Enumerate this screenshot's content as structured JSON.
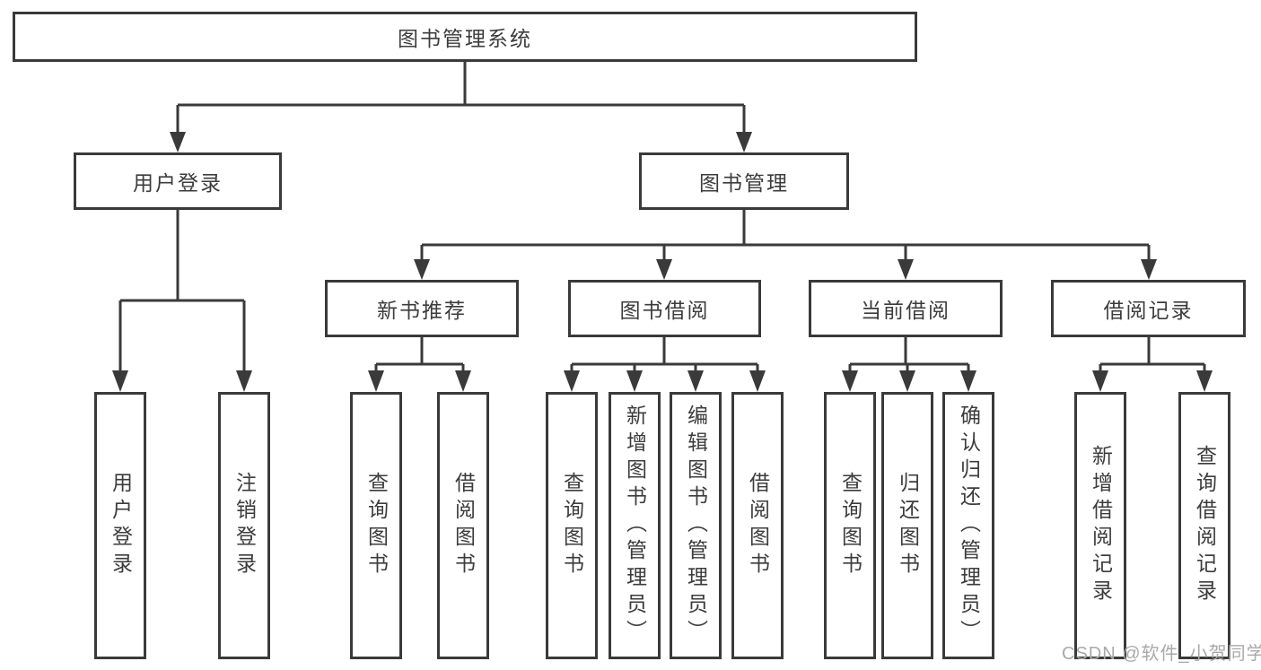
{
  "diagram": {
    "root": {
      "label": "图书管理系统"
    },
    "branches": [
      {
        "label": "用户登录",
        "children": [
          {
            "label": "用户登录"
          },
          {
            "label": "注销登录"
          }
        ]
      },
      {
        "label": "图书管理",
        "children": [
          {
            "label": "新书推荐",
            "children": [
              {
                "label": "查询图书"
              },
              {
                "label": "借阅图书"
              }
            ]
          },
          {
            "label": "图书借阅",
            "children": [
              {
                "label": "查询图书"
              },
              {
                "label": "新增图书（管理员）"
              },
              {
                "label": "编辑图书（管理员）"
              },
              {
                "label": "借阅图书"
              }
            ]
          },
          {
            "label": "当前借阅",
            "children": [
              {
                "label": "查询图书"
              },
              {
                "label": "归还图书"
              },
              {
                "label": "确认归还（管理员）"
              }
            ]
          },
          {
            "label": "借阅记录",
            "children": [
              {
                "label": "新增借阅记录"
              },
              {
                "label": "查询借阅记录"
              }
            ]
          }
        ]
      }
    ],
    "watermark": "CSDN @软件_小贺同学",
    "colors": {
      "line": "#3a3a3a",
      "text": "#3c3c3c",
      "background": "#ffffff",
      "watermark": "#a9a9a9"
    }
  }
}
